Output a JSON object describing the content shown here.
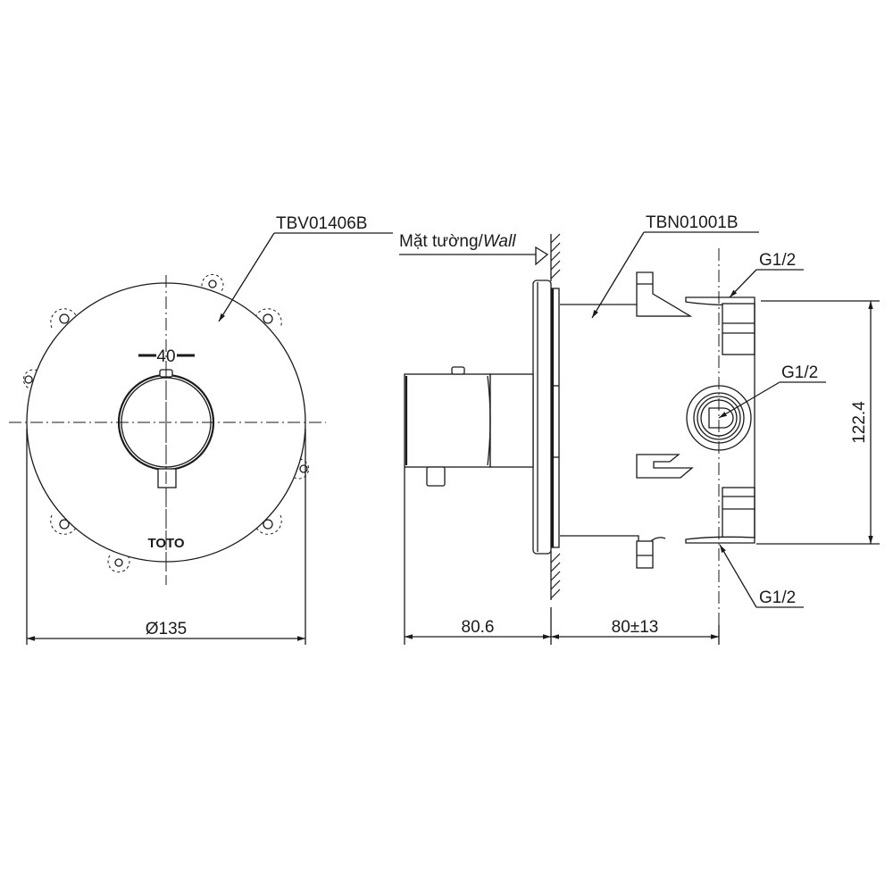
{
  "drawing": {
    "front_view": {
      "part_label": "TBV01406B",
      "scale_mark": "40",
      "brand_mark": "TOTO",
      "diameter_dimension": "Ø135"
    },
    "side_view": {
      "wall_label_vi": "Mặt tường/",
      "wall_label_en": "Wall",
      "body_part_label": "TBN01001B",
      "port_top_label": "G1/2",
      "port_middle_label": "G1/2",
      "port_bottom_label": "G1/2",
      "height_dimension": "122.4",
      "depth_front_dimension": "80.6",
      "depth_back_dimension": "80±13"
    }
  },
  "colors": {
    "line": "#1a1a1a",
    "background": "#ffffff"
  }
}
